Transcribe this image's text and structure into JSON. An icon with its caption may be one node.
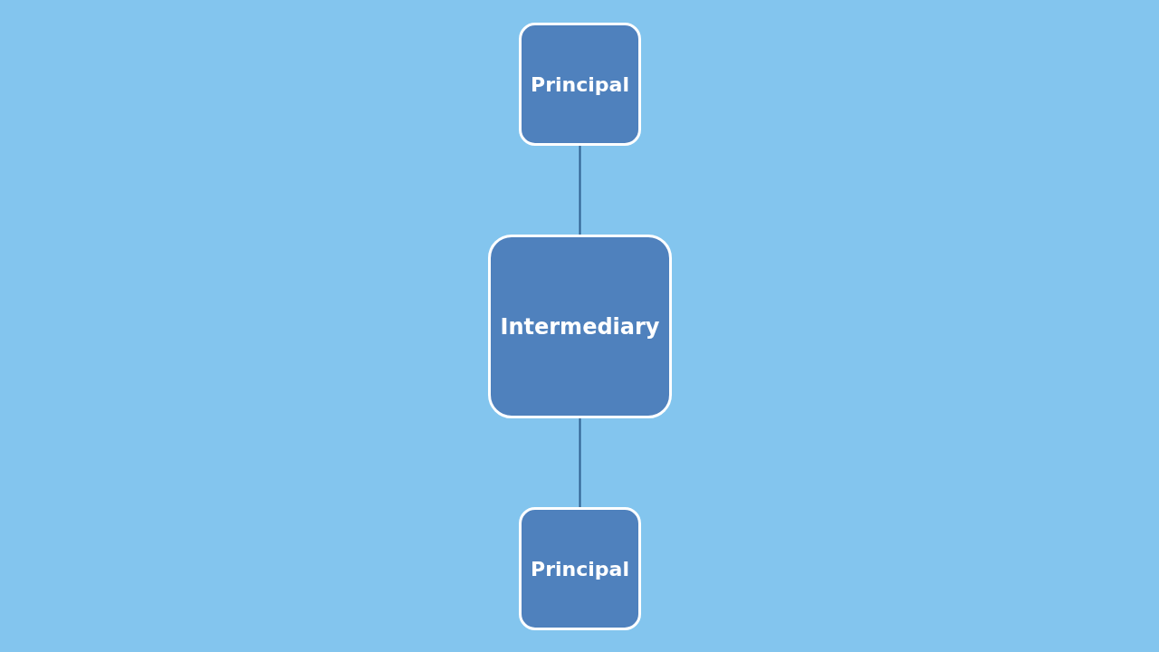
{
  "diagram": {
    "nodes": [
      {
        "text": [
          "Principal"
        ]
      },
      {
        "text": [
          "Intermediary"
        ]
      },
      {
        "text": [
          "Principal"
        ]
      }
    ],
    "edges": [
      {
        "from": 0,
        "to": 1,
        "arrow": "none"
      },
      {
        "from": 1,
        "to": 2,
        "arrow": "none"
      }
    ]
  }
}
